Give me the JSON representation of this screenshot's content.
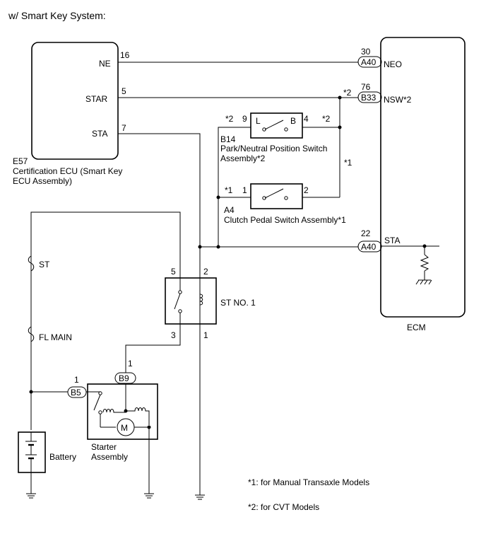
{
  "header": {
    "title": "w/ Smart Key System:"
  },
  "cert_ecu": {
    "code": "E57",
    "name_line1": "Certification ECU (Smart Key",
    "name_line2": "ECU Assembly)",
    "pins": [
      {
        "label": "NE",
        "num": "16"
      },
      {
        "label": "STAR",
        "num": "5"
      },
      {
        "label": "STA",
        "num": "7"
      }
    ]
  },
  "ecm": {
    "name": "ECM",
    "pins": [
      {
        "num": "30",
        "connector": "A40",
        "label": "NEO"
      },
      {
        "num": "76",
        "connector": "B33",
        "label": "NSW*2",
        "note": "*2"
      },
      {
        "num": "22",
        "connector": "A40",
        "label": "STA"
      }
    ]
  },
  "pnp_switch": {
    "code": "B14",
    "name_line1": "Park/Neutral Position Switch",
    "name_line2": "Assembly*2",
    "pin_left": "9",
    "pin_right": "4",
    "contact_left": "L",
    "contact_right": "B",
    "note_left": "*2",
    "note_right": "*2"
  },
  "clutch_switch": {
    "code": "A4",
    "name": "Clutch Pedal Switch Assembly*1",
    "pin_left": "1",
    "pin_right": "2",
    "note_left": "*1",
    "note_branch": "*1"
  },
  "relay": {
    "name": "ST NO. 1",
    "pins": [
      "5",
      "2",
      "3",
      "1"
    ]
  },
  "fuses": {
    "st": "ST",
    "fl_main": "FL MAIN"
  },
  "battery": {
    "name": "Battery"
  },
  "starter": {
    "name_line1": "Starter",
    "name_line2": "Assembly",
    "motor_symbol": "M",
    "conn_b9": {
      "connector": "B9",
      "pin": "1"
    },
    "conn_b5": {
      "connector": "B5",
      "pin": "1"
    }
  },
  "notes": [
    "*1: for Manual Transaxle Models",
    "*2: for CVT Models"
  ]
}
